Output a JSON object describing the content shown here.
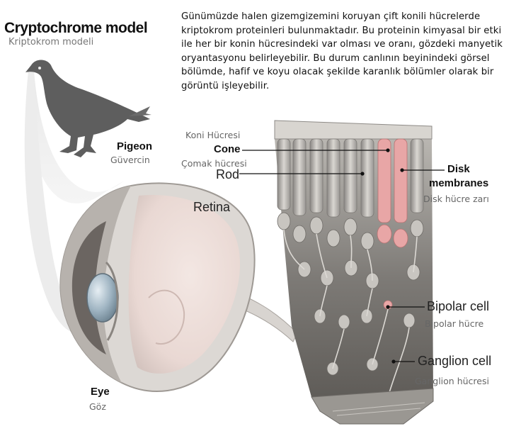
{
  "header": {
    "title": "Cryptochrome model",
    "subtitle": "Kriptokrom modeli"
  },
  "description": "Günümüzde halen gizemgizemini koruyan çift konili hücrelerde kriptokrom proteinleri bulunmaktadır. Bu proteinin kimyasal bir etki ile her bir konin hücresindeki var olması ve oranı, gözdeki manyetik oryantasyonu belirleyebilir. Bu durum canlının beyinindeki görsel bölümde, hafif ve koyu olacak şekilde karanlık bölümler olarak bir görüntü işleyebilir.",
  "labels": {
    "pigeon": "Pigeon",
    "pigeon_tr": "Güvercin",
    "eye": "Eye",
    "eye_tr": "Göz",
    "retina": "Retina",
    "cone_tr": "Koni Hücresi",
    "cone": "Cone",
    "rod_tr": "Çomak hücresi",
    "rod": "Rod",
    "disk_line1": "Disk",
    "disk_line2": "membranes",
    "disk_tr": "Disk hücre zarı",
    "bipolar": "Bipolar cell",
    "bipolar_tr": "Bipolar hücre",
    "ganglion": "Ganglion cell",
    "ganglion_tr": "Ganglion hücresi"
  },
  "colors": {
    "pigeon": "#5e5e5e",
    "cryptochrome_cone": "#e8a6a6",
    "cell_gray": "#c8c5c0",
    "tissue_dark": "#4a4a4a",
    "eye_blue": "#9fb4c2"
  }
}
